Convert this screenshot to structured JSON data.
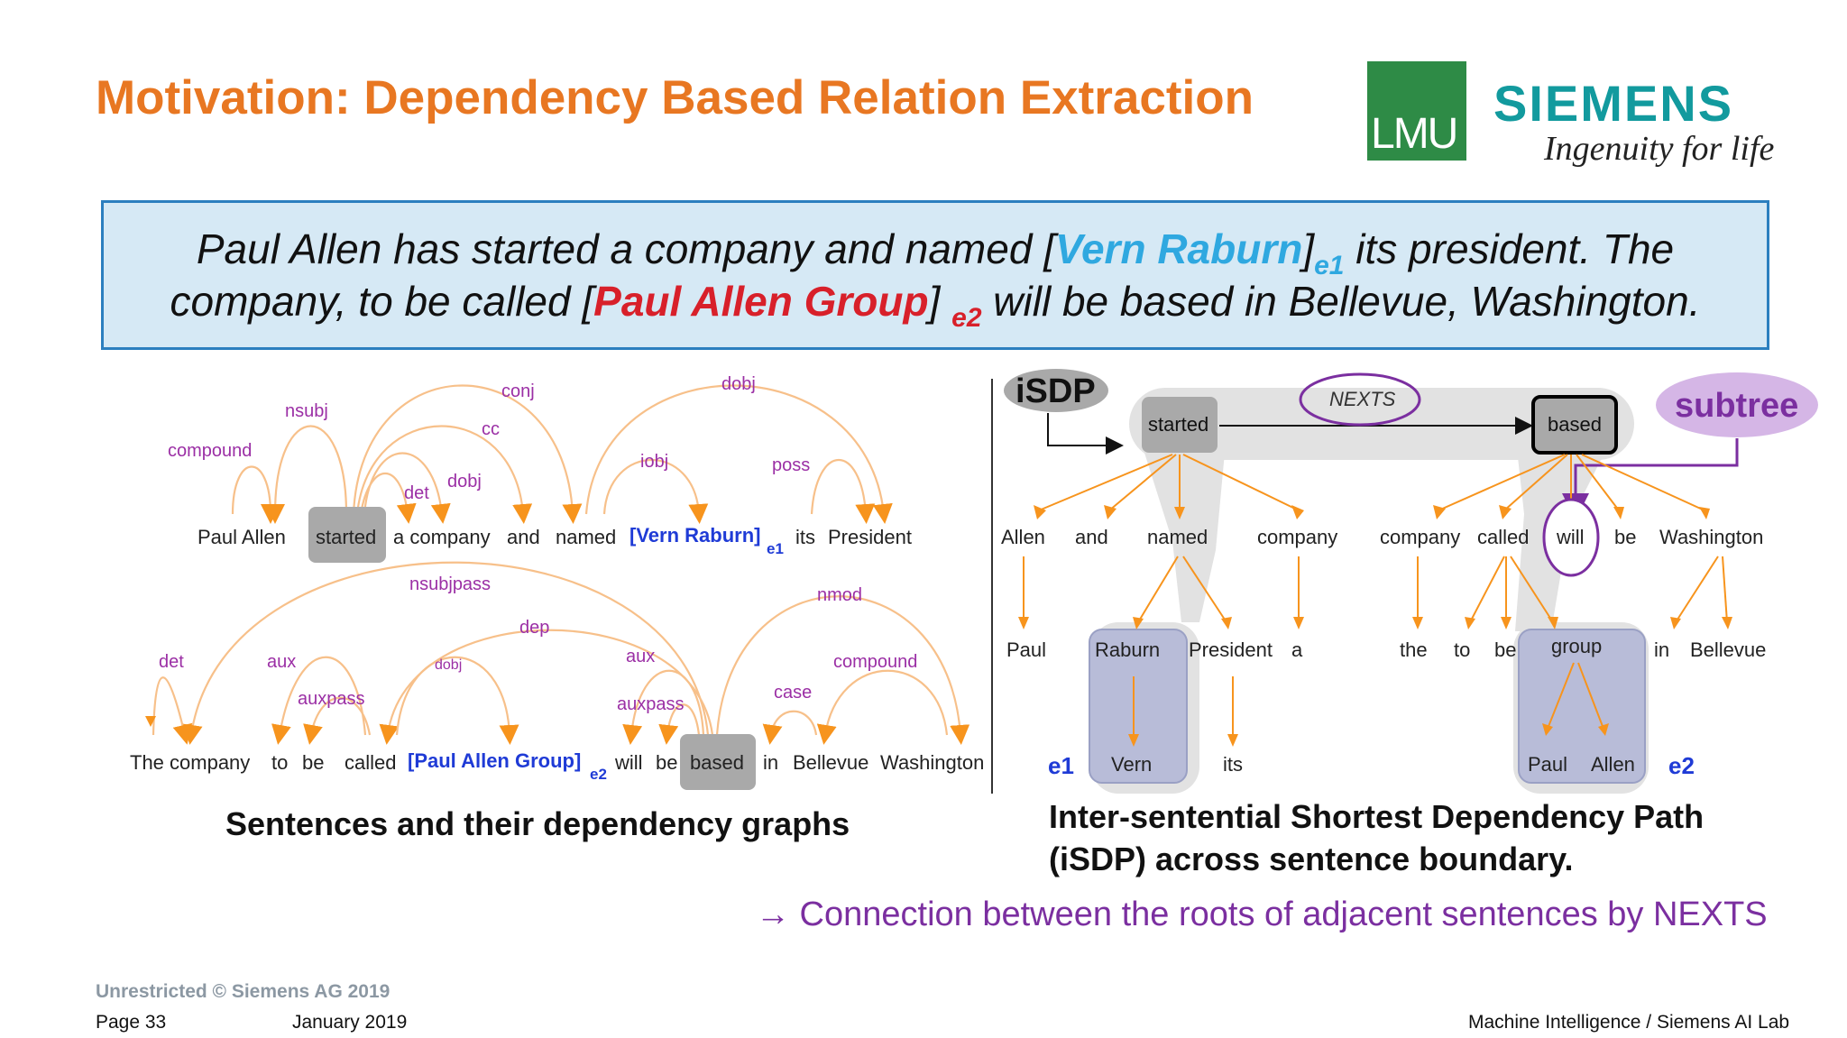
{
  "slide": {
    "title": "Motivation: Dependency Based Relation Extraction",
    "logo_lmu": "LMU",
    "logo_siemens": "SIEMENS",
    "logo_tagline": "Ingenuity for life"
  },
  "quote": {
    "l1_a": "Paul Allen has started a company and named [",
    "l1_e1": "Vern Raburn",
    "l1_b": "]",
    "l1_sub": "e1",
    "l1_c": " its president. The",
    "l2_a": "company, to be called [",
    "l2_e2": "Paul Allen Group",
    "l2_b": "] ",
    "l2_sub": "e2",
    "l2_c": " will be based in  Bellevue, Washington."
  },
  "left_graph": {
    "caption": "Sentences and their dependency graphs",
    "s1_words": [
      "Paul Allen",
      "started",
      "a company",
      "and",
      "named",
      "[Vern Raburn]",
      "its",
      "President"
    ],
    "s1_sub": "e1",
    "s1_labels": [
      "compound",
      "nsubj",
      "conj",
      "cc",
      "det",
      "dobj",
      "iobj",
      "dobj",
      "poss"
    ],
    "s2_words": [
      "The company",
      "to",
      "be",
      "called",
      "[Paul Allen Group]",
      "will",
      "be",
      "based",
      "in",
      "Bellevue",
      "Washington"
    ],
    "s2_sub": "e2",
    "s2_labels": [
      "nsubjpass",
      "nmod",
      "dep",
      "det",
      "aux",
      "auxpass",
      "dobj",
      "aux",
      "auxpass",
      "compound",
      "case"
    ]
  },
  "right_graph": {
    "isdp": "iSDP",
    "nexts": "NEXTS",
    "subtree": "subtree",
    "root1": "started",
    "root2": "based",
    "row1a": [
      "Allen",
      "and",
      "named",
      "company"
    ],
    "row1b": [
      "company",
      "called",
      "will",
      "be",
      "Washington"
    ],
    "row2a": [
      "Paul",
      "Raburn",
      "President",
      "a"
    ],
    "row2b": [
      "the",
      "to",
      "be",
      "group",
      "in",
      "Bellevue"
    ],
    "row3a": [
      "e1",
      "Vern",
      "its"
    ],
    "row3b": [
      "Paul",
      "Allen",
      "e2"
    ],
    "caption_line1": "Inter-sentential Shortest Dependency Path",
    "caption_line2": "(iSDP) across sentence boundary."
  },
  "note": "→ Connection between the roots of adjacent sentences by NEXTS",
  "footer": {
    "classification": "Unrestricted © Siemens AG 2019",
    "page": "Page 33",
    "date": "January 2019",
    "lab": "Machine Intelligence / Siemens AI Lab"
  },
  "colors": {
    "title": "#e87722",
    "arc": "#f0a050",
    "label": "#9b2fa5",
    "entity1": "#2fa8e0",
    "entity2": "#d8202a",
    "subtree": "#7b2fa0"
  }
}
